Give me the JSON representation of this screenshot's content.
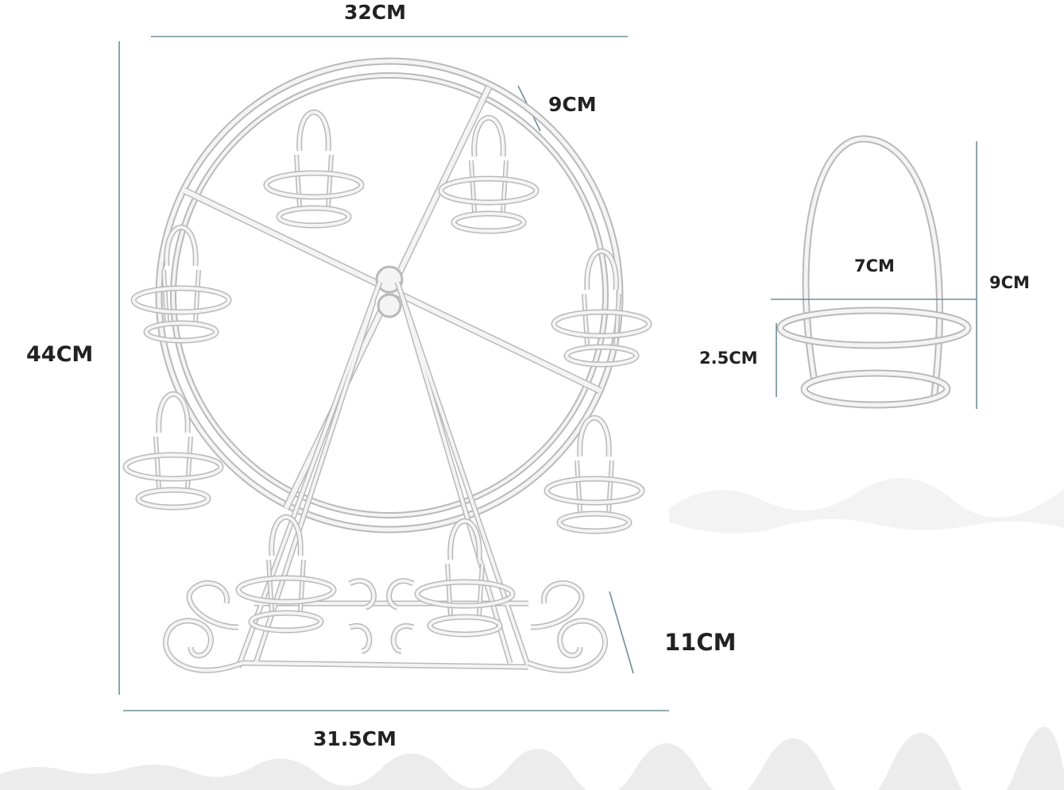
{
  "dimensions": {
    "overall_width_top": "32CM",
    "cup_holder_height": "9CM",
    "overall_height": "44CM",
    "base_height": "11CM",
    "base_width": "31.5CM"
  },
  "holder_detail": {
    "width": "7CM",
    "height": "9CM",
    "ring_depth": "2.5CM"
  },
  "colors": {
    "wire": "#f4f4f4",
    "wire_outline": "#b9b9b9",
    "dimension_line": "#6f8d99",
    "text": "#222222",
    "background": "#ffffff",
    "wave": "#ececec"
  }
}
